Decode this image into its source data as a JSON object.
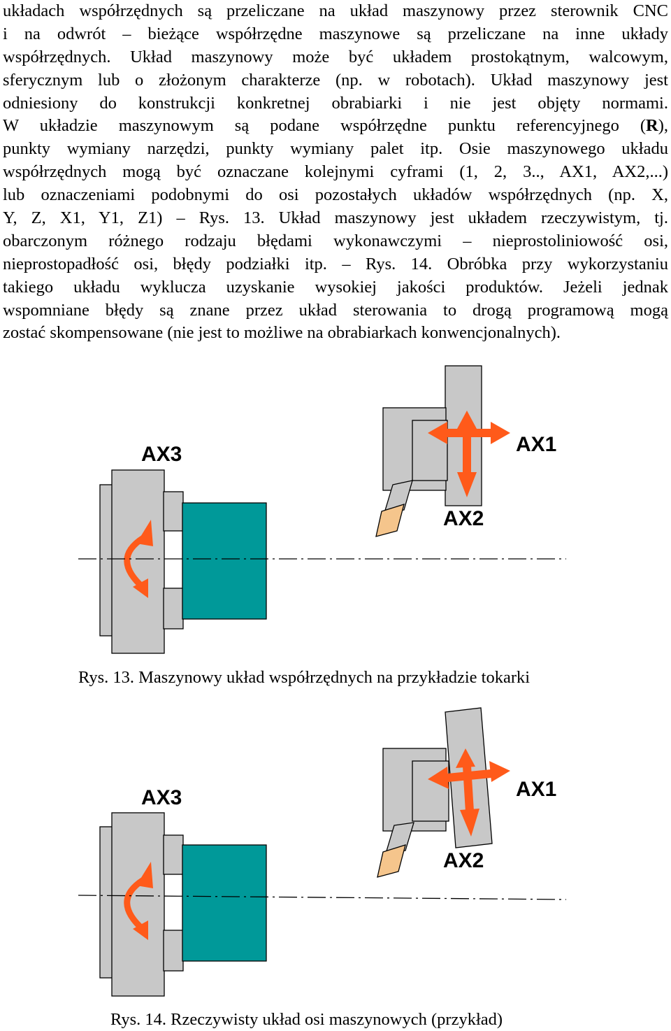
{
  "paragraph_lines": [
    "układach współrzędnych są przeliczane na układ maszynowy przez sterownik CNC",
    "i na odwrót – bieżące współrzędne maszynowe są przeliczane na inne układy",
    "współrzędnych. Układ maszynowy może być układem prostokątnym, walcowym,",
    "sferycznym lub o złożonym charakterze (np. w robotach). Układ maszynowy jest",
    "odniesiony do konstrukcji konkretnej obrabiarki i nie jest objęty normami.",
    {
      "before": "W układzie maszynowym są podane współrzędne punktu referencyjnego (",
      "bold": "R",
      "after": "),"
    },
    "punkty wymiany narzędzi, punkty wymiany palet itp. Osie maszynowego układu",
    "współrzędnych mogą być oznaczane kolejnymi cyframi (1, 2, 3.., AX1, AX2,...)",
    "lub oznaczeniami podobnymi do osi pozostałych układów współrzędnych (np. X,",
    "Y, Z, X1, Y1, Z1) – Rys. 13. Układ maszynowy jest układem rzeczywistym, tj.",
    "obarczonym różnego rodzaju błędami wykonawczymi – nieprostoliniowość osi,",
    "nieprostopadłość osi, błędy podziałki itp. – Rys. 14. Obróbka przy wykorzystaniu",
    "takiego układu wyklucza uzyskanie wysokiej jakości produktów. Jeżeli jednak",
    "wspomniane błędy są znane przez układ sterowania to drogą programową mogą",
    "zostać skompensowane (nie jest to możliwe na obrabiarkach konwencjonalnych)."
  ],
  "figures": [
    {
      "labels": {
        "ax1": "AX1",
        "ax2": "AX2",
        "ax3": "AX3"
      },
      "caption": "Rys. 13. Maszynowy układ współrzędnych na przykładzie tokarki"
    },
    {
      "labels": {
        "ax1": "AX1",
        "ax2": "AX2",
        "ax3": "AX3"
      },
      "caption": "Rys. 14. Rzeczywisty układ osi maszynowych (przykład)"
    }
  ],
  "colors": {
    "chuck_gray": "#c8c8c8",
    "workpiece_teal": "#009999",
    "arrow_orange": "#ff5a1a",
    "insert_tan": "#f5c58c",
    "outline": "#000000"
  }
}
